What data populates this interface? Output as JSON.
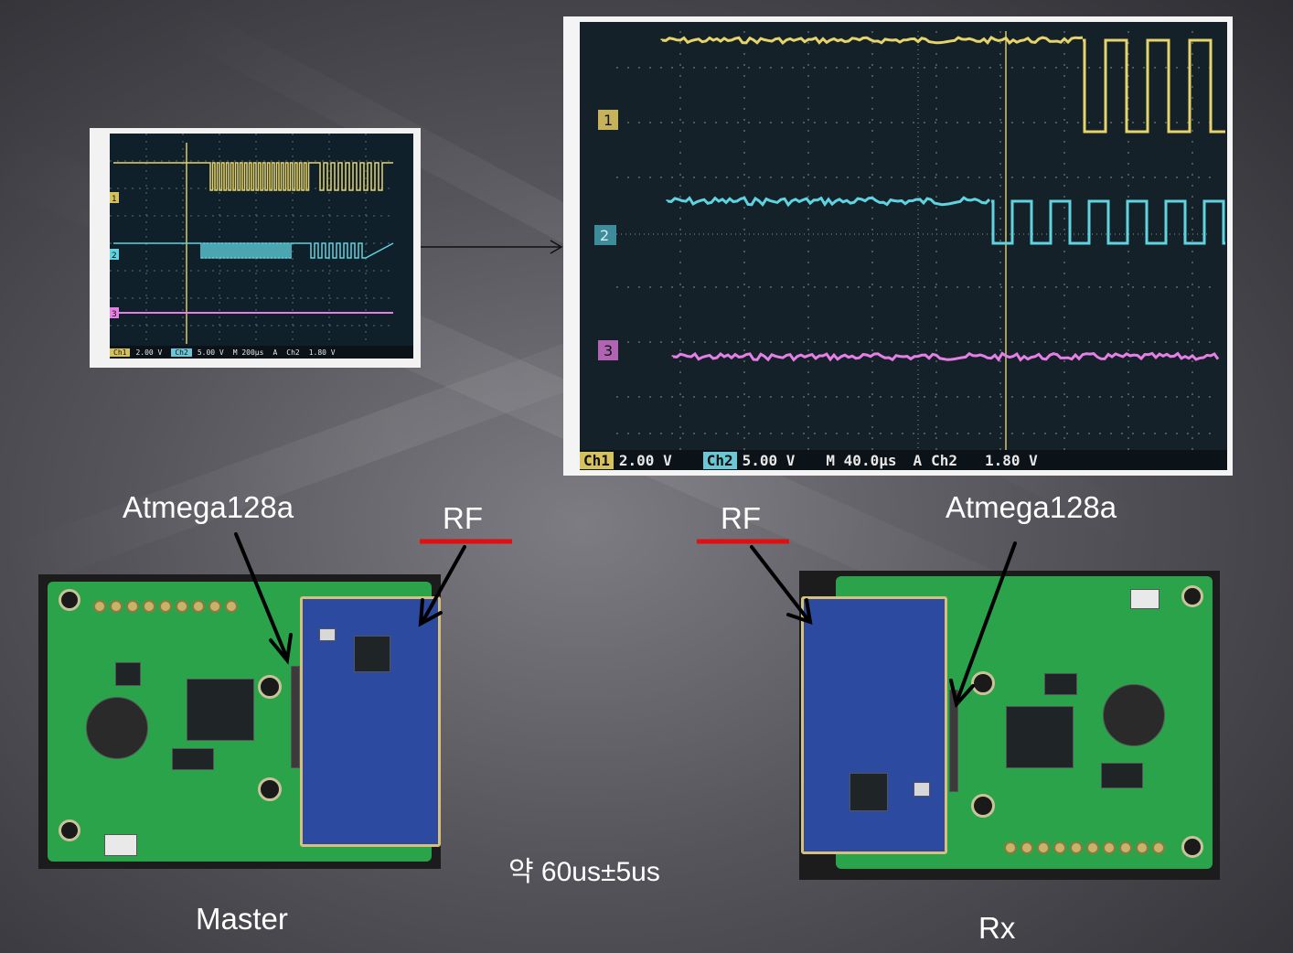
{
  "scope_small": {
    "ch1_label": "Ch1",
    "ch1_scale": "2.00 V",
    "ch2_label": "Ch2",
    "ch2_scale": "5.00 V",
    "timebase": "M 200μs",
    "trigger": "A",
    "trigger_ch": "Ch2",
    "trigger_level": "1.80 V",
    "markers": [
      "1",
      "2",
      "3"
    ]
  },
  "scope_big": {
    "ch1_label": "Ch1",
    "ch1_scale": "2.00 V",
    "ch2_label": "Ch2",
    "ch2_scale": "5.00 V",
    "timebase": "M 40.0μs",
    "trigger": "A",
    "trigger_ch": "Ch2",
    "trigger_level": "1.80 V",
    "markers": [
      "1",
      "2",
      "3"
    ]
  },
  "labels": {
    "left_mcu": "Atmega128a",
    "left_rf": "RF",
    "right_rf": "RF",
    "right_mcu": "Atmega128a",
    "timing_note": "약 60us±5us",
    "left_board": "Master",
    "right_board": "Rx"
  },
  "colors": {
    "ch1": "#e6d46a",
    "ch2": "#5fd3e0",
    "ch3": "#e57fe6",
    "rf_underline": "#e01010",
    "pcb": "#2aa34a"
  }
}
